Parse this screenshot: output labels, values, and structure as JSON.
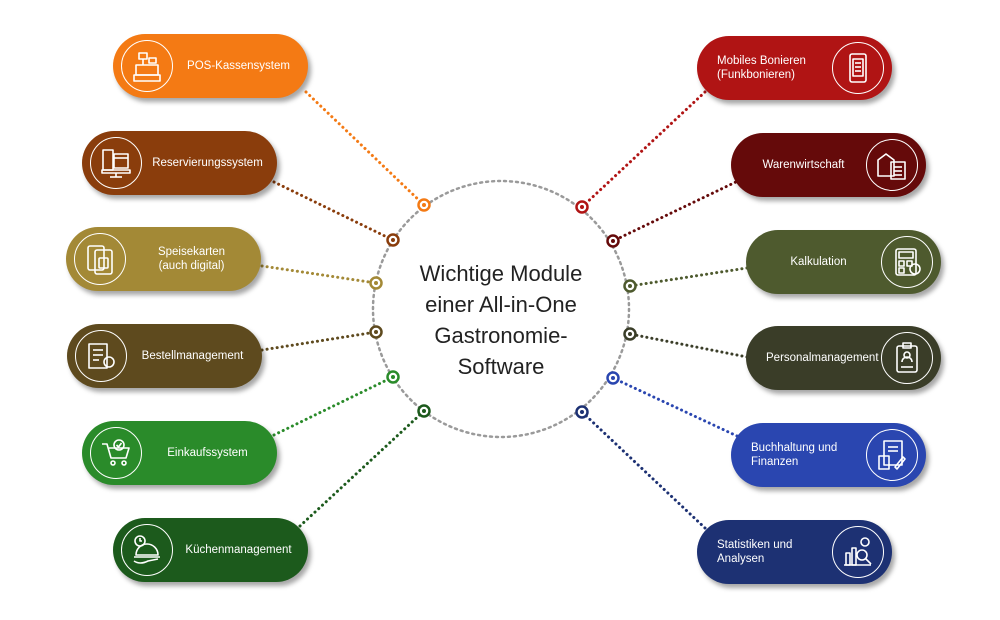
{
  "title_lines": [
    "Wichtige Module",
    "einer All-in-One",
    "Gastronomie-",
    "Software"
  ],
  "modules_left": [
    {
      "label": "POS-Kassensystem",
      "color": "#f47a14",
      "icon": "cash-register-icon"
    },
    {
      "label": "Reservierungssystem",
      "color": "#8a3d0c",
      "icon": "reservation-calendar-icon"
    },
    {
      "label": "Speisekarten\n(auch digital)",
      "color": "#a38936",
      "icon": "menu-cards-icon"
    },
    {
      "label": "Bestellmanagement",
      "color": "#5e4a1e",
      "icon": "order-clipboard-gear-icon"
    },
    {
      "label": "Einkaufssystem",
      "color": "#2a8b2a",
      "icon": "shopping-cart-icon"
    },
    {
      "label": "Küchenmanagement",
      "color": "#1c5a1c",
      "icon": "cloche-clock-icon"
    }
  ],
  "modules_right": [
    {
      "label": "Mobiles Bonieren\n(Funkbonieren)",
      "color": "#b01414",
      "icon": "mobile-receipt-icon"
    },
    {
      "label": "Warenwirtschaft",
      "color": "#650a0a",
      "icon": "warehouse-checklist-icon"
    },
    {
      "label": "Kalkulation",
      "color": "#4e5a2e",
      "icon": "calculator-icon"
    },
    {
      "label": "Personalmanagement",
      "color": "#3a3d28",
      "icon": "staff-badge-icon"
    },
    {
      "label": "Buchhaltung und\nFinanzen",
      "color": "#2a46b0",
      "icon": "accounting-document-icon"
    },
    {
      "label": "Statistiken und\nAnalysen",
      "color": "#1d3173",
      "icon": "analytics-magnifier-icon"
    }
  ]
}
